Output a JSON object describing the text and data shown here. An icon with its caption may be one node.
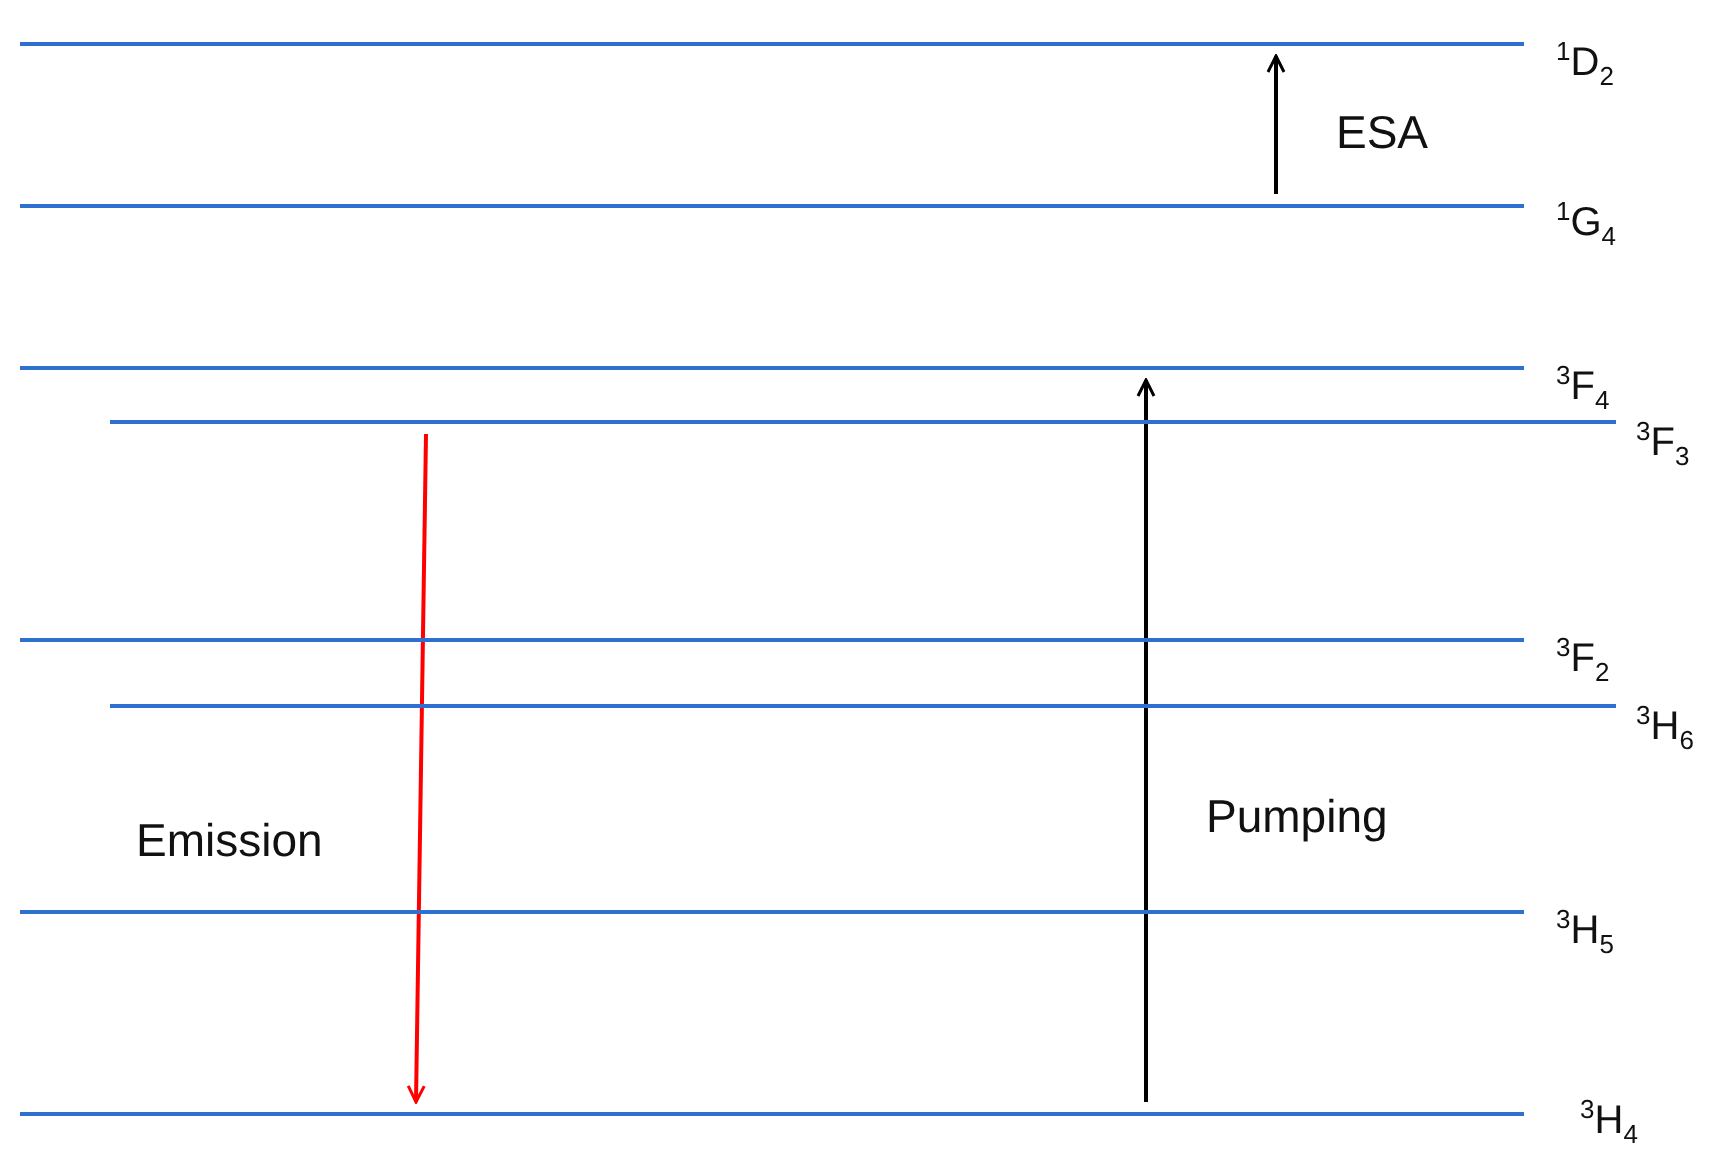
{
  "diagram": {
    "nodes": [
      {
        "text": [
          "$^{1}$D$_{2}$"
        ]
      },
      {
        "text": [
          "$^{1}$G$_{4}$"
        ]
      },
      {
        "text": [
          "$^{3}$F$_{4}$"
        ]
      },
      {
        "text": [
          "$^{3}$F$_{3}$"
        ]
      },
      {
        "text": [
          "$^{3}$F$_{2}$"
        ]
      },
      {
        "text": [
          "$^{3}$H$_{6}$"
        ]
      },
      {
        "text": [
          "$^{3}$H$_{5}$"
        ]
      },
      {
        "text": [
          "$^{3}$H$_{4}$"
        ]
      }
    ],
    "edges": [
      {
        "from": 1,
        "to": 0,
        "arrow": "to",
        "label": "ESA"
      },
      {
        "from": 3,
        "to": 7,
        "arrow": "to",
        "label": "Emission",
        "color": "#ff0000"
      },
      {
        "from": 7,
        "to": 2,
        "arrow": "to",
        "label": "Pumping"
      }
    ]
  }
}
